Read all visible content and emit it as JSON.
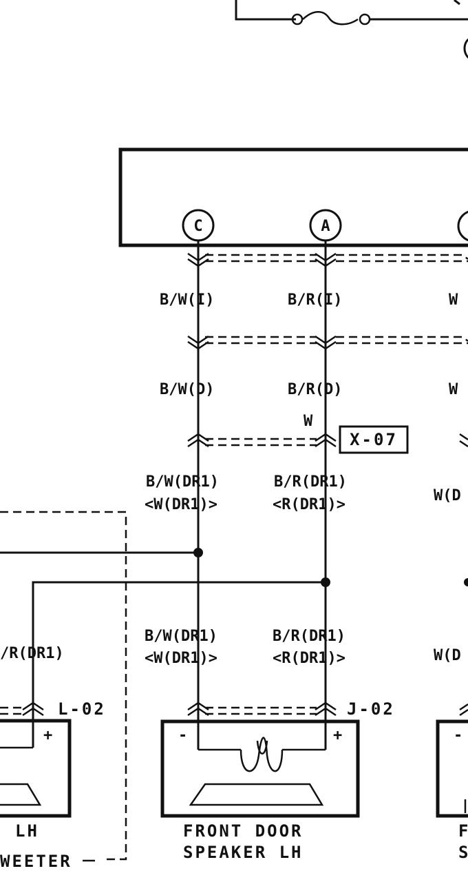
{
  "connector_pins": {
    "c": "C",
    "a": "A"
  },
  "wire_labels": {
    "bw_i": "B/W(I)",
    "br_i": "B/R(I)",
    "w_i": "W",
    "bw_d": "B/W(D)",
    "br_d": "B/R(D)",
    "w_d": "W",
    "w_small": "W",
    "bw_dr1": "B/W(DR1)",
    "bw_dr1_alt": "<W(DR1)>",
    "br_dr1": "B/R(DR1)",
    "br_dr1_alt": "<R(DR1)>",
    "w_dr1_right": "W(D",
    "bw_dr1_lower": "B/W(DR1)",
    "bw_dr1_alt_lower": "<W(DR1)>",
    "br_dr1_lower": "B/R(DR1)",
    "br_dr1_alt_lower": "<R(DR1)>",
    "w_dr1_right_lower": "W(D",
    "left_br_dr1": "/R(DR1)"
  },
  "connector_codes": {
    "x07": "X-07",
    "l02": "L-02",
    "j02": "J-02"
  },
  "components": {
    "front_door_speaker_line1": "FRONT DOOR",
    "front_door_speaker_line2": "SPEAKER LH",
    "left_lh": "LH",
    "left_tweeter": "WEETER",
    "right_f": "F",
    "right_s": "S"
  },
  "terminals": {
    "minus": "-",
    "plus": "+"
  }
}
